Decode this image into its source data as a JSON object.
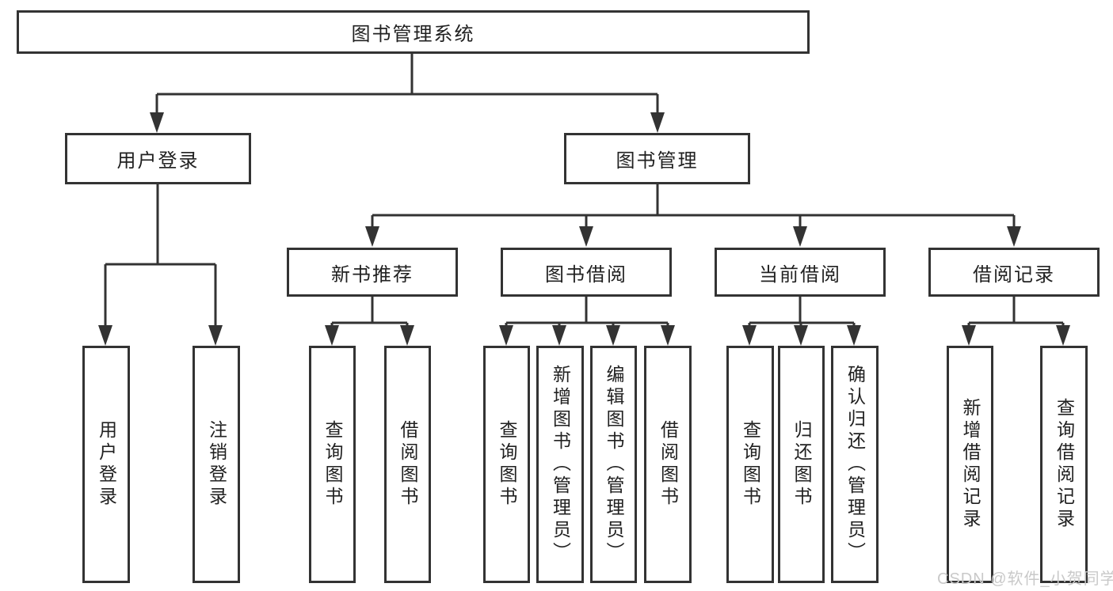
{
  "diagram": {
    "title": "图书管理系统",
    "user_login": {
      "label": "用户登录",
      "children": [
        "用户登录",
        "注销登录"
      ]
    },
    "book_management": {
      "label": "图书管理",
      "new_book": {
        "label": "新书推荐",
        "children": [
          "查询图书",
          "借阅图书"
        ]
      },
      "borrow": {
        "label": "图书借阅",
        "children": [
          "查询图书",
          "新增图书（管理员）",
          "编辑图书（管理员）",
          "借阅图书"
        ]
      },
      "current": {
        "label": "当前借阅",
        "children": [
          "查询图书",
          "归还图书",
          "确认归还（管理员）"
        ]
      },
      "records": {
        "label": "借阅记录",
        "children": [
          "新增借阅记录",
          "查询借阅记录"
        ]
      }
    },
    "line_color": "#333333"
  },
  "watermark": "CSDN @软件_小贺同学"
}
